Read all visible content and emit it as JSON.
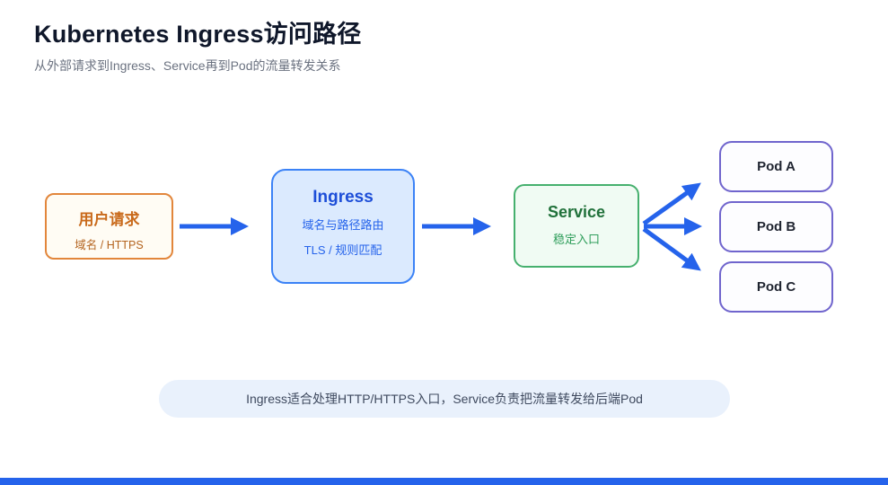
{
  "header": {
    "title": "Kubernetes Ingress访问路径",
    "subtitle": "从外部请求到Ingress、Service再到Pod的流量转发关系"
  },
  "diagram": {
    "user": {
      "title": "用户请求",
      "subtitle": "域名 / HTTPS"
    },
    "ingress": {
      "title": "Ingress",
      "line1": "域名与路径路由",
      "line2": "TLS / 规则匹配"
    },
    "service": {
      "title": "Service",
      "subtitle": "稳定入口"
    },
    "pods": [
      {
        "label": "Pod A"
      },
      {
        "label": "Pod B"
      },
      {
        "label": "Pod C"
      }
    ]
  },
  "footer": {
    "note": "Ingress适合处理HTTP/HTTPS入口，Service负责把流量转发给后端Pod"
  },
  "colors": {
    "arrow": "#2563eb",
    "user_border": "#e2863b",
    "ingress_border": "#3b82f6",
    "service_border": "#46b06e",
    "pod_border": "#7065cd",
    "note_background": "#e9f1fc",
    "bottom_bar": "#2563eb"
  }
}
